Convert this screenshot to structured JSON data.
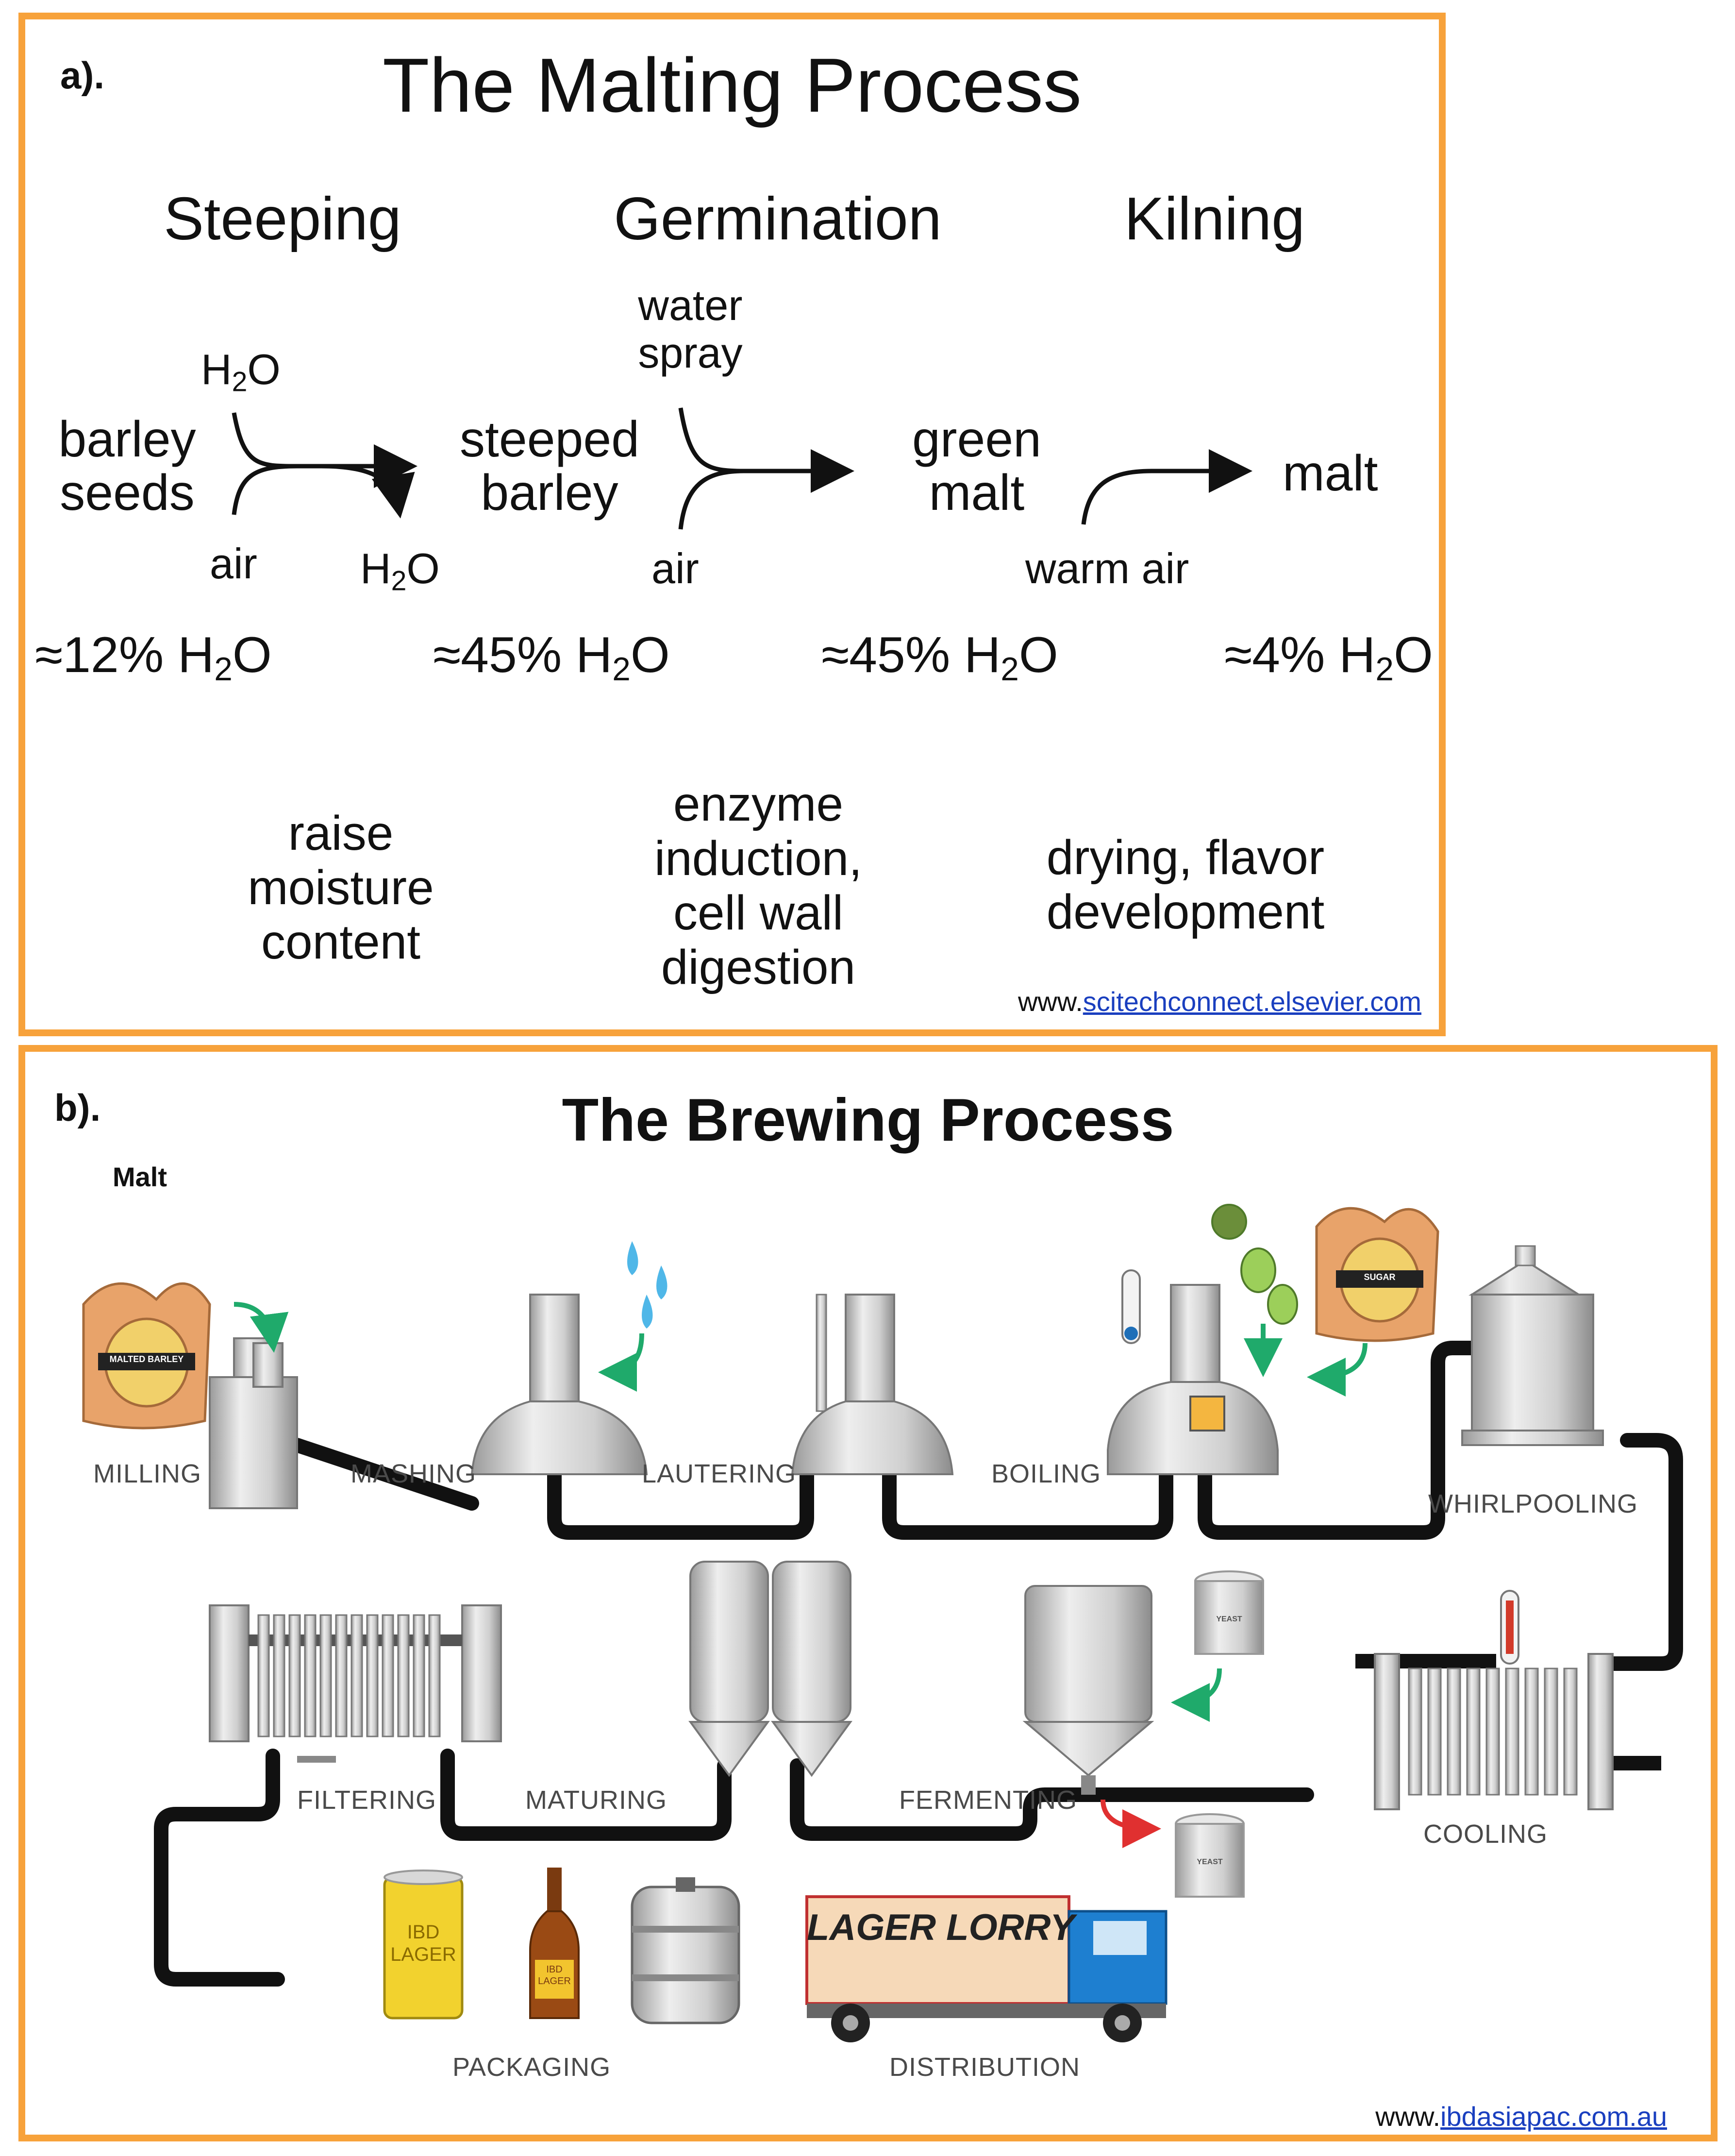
{
  "malting": {
    "panel_label": "a).",
    "title": "The Malting Process",
    "stages": [
      "Steeping",
      "Germination",
      "Kilning"
    ],
    "items": {
      "barley_seeds": [
        "barley",
        "seeds"
      ],
      "steeped_barley": [
        "steeped",
        "barley"
      ],
      "green_malt": [
        "green",
        "malt"
      ],
      "malt": "malt"
    },
    "inputs": {
      "steep_in": "H",
      "steep_in_sub": "2",
      "steep_in_tail": "O",
      "steep_air": "air",
      "steep_out": "H",
      "steep_out_sub": "2",
      "steep_out_tail": "O",
      "germ_water": [
        "water",
        "spray"
      ],
      "germ_air": "air",
      "kiln_air": "warm air"
    },
    "moisture": [
      {
        "pre": "≈12% H",
        "sub": "2",
        "post": "O"
      },
      {
        "pre": "≈45% H",
        "sub": "2",
        "post": "O"
      },
      {
        "pre": "≈45% H",
        "sub": "2",
        "post": "O"
      },
      {
        "pre": "≈4% H",
        "sub": "2",
        "post": "O"
      }
    ],
    "purposes": [
      [
        "raise",
        "moisture",
        "content"
      ],
      [
        "enzyme",
        "induction,",
        "cell wall",
        "digestion"
      ],
      [
        "drying, flavor",
        "development"
      ]
    ],
    "credit_prefix": "www.",
    "credit_link": "scitechconnect.elsevier.com"
  },
  "brewing": {
    "panel_label": "b).",
    "title": "The Brewing Process",
    "malt_label": "Malt",
    "sack_labels": {
      "malt": "MALTED BARLEY",
      "sugar": "SUGAR"
    },
    "yeast_label": "YEAST",
    "steps": {
      "milling": "MILLING",
      "mashing": "MASHING",
      "lautering": "LAUTERING",
      "boiling": "BOILING",
      "whirlpooling": "WHIRLPOOLING",
      "filtering": "FILTERING",
      "maturing": "MATURING",
      "fermenting": "FERMENTING",
      "cooling": "COOLING",
      "packaging": "PACKAGING",
      "distribution": "DISTRIBUTION"
    },
    "can_label": [
      "IBD",
      "LAGER"
    ],
    "bottle_label": [
      "IBD",
      "LAGER"
    ],
    "truck_label": "LAGER LORRY",
    "credit_prefix": "www.",
    "credit_link": "ibdasiapac.com.au"
  },
  "colors": {
    "frame": "#f7a23b",
    "vessel": "#d8d8d8",
    "pipe": "#111111",
    "arrow_green": "#1faa6b",
    "arrow_red": "#e03030",
    "sack": "#e8a36a",
    "truck_box": "#f6d9b8",
    "truck_cab": "#1e7fd0"
  }
}
